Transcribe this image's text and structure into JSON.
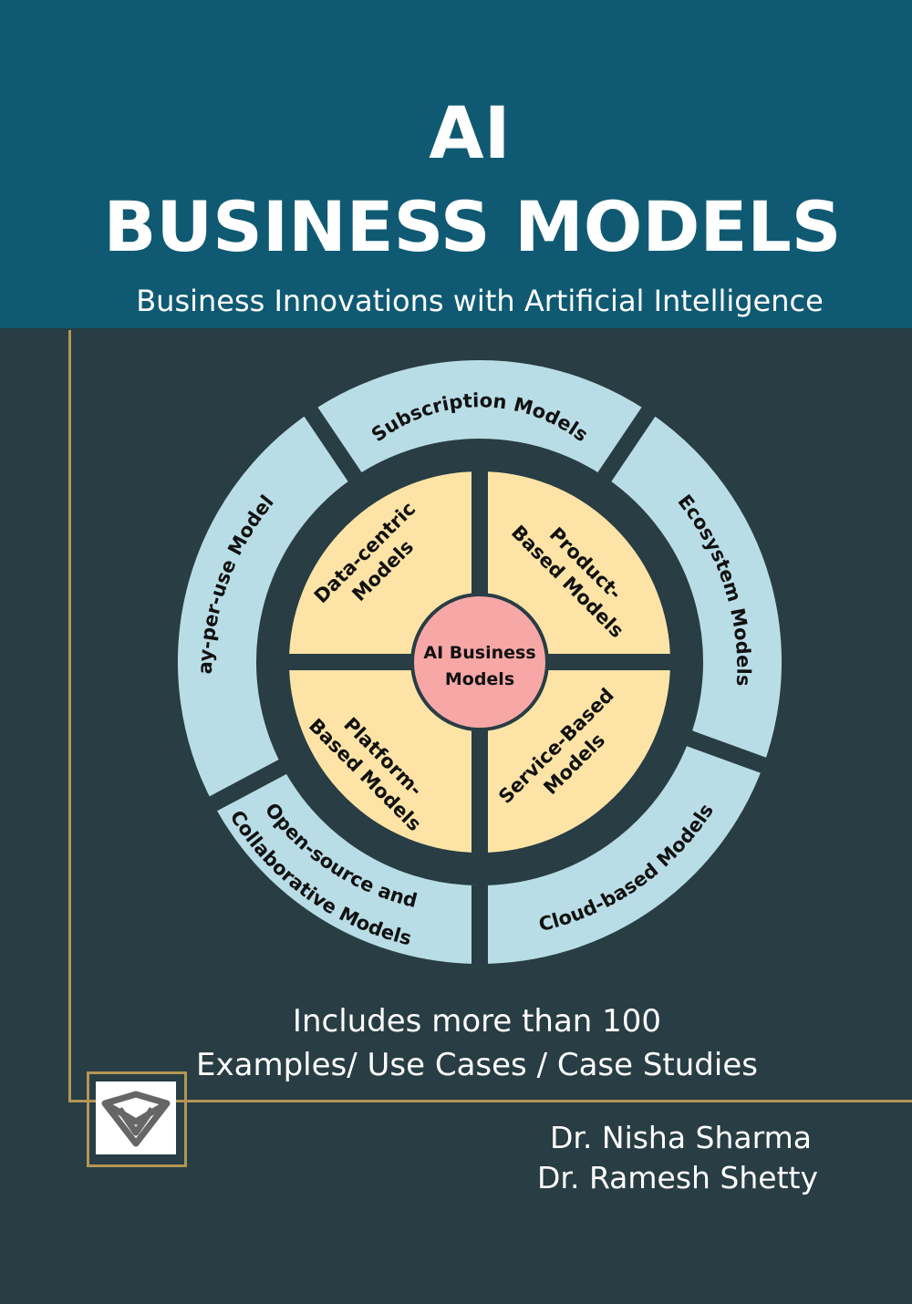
{
  "cover": {
    "title_line1": "AI",
    "title_line2": "BUSINESS MODELS",
    "subtitle": "Business Innovations with Artificial Intelligence"
  },
  "diagram": {
    "center": [
      "AI Business",
      "Models"
    ],
    "inner": {
      "data_centric": [
        "Data-centric",
        "Models"
      ],
      "product_based": [
        "Product-",
        "Based Models"
      ],
      "platform_based": [
        "Platform-",
        "Based Models"
      ],
      "service_based": [
        "Service-Based",
        "Models"
      ]
    },
    "outer": {
      "subscription": "Subscription Models",
      "ecosystem": "Ecosystem Models",
      "cloud_based": "Cloud-based Models",
      "open_source": [
        "Open-source and",
        "Collaborative Models"
      ],
      "pay_per_use": "Pay-per-use Models"
    },
    "colors": {
      "outer_ring": "#b9dde6",
      "inner_ring": "#fde4a6",
      "center": "#f8a7a7",
      "background": "#283d44"
    }
  },
  "promo": {
    "line1": "Includes more than 100",
    "line2": "Examples/ Use Cases / Case Studies"
  },
  "authors": [
    "Dr. Nisha Sharma",
    "Dr. Ramesh Shetty"
  ],
  "publisher_logo": "publisher-logo-icon"
}
